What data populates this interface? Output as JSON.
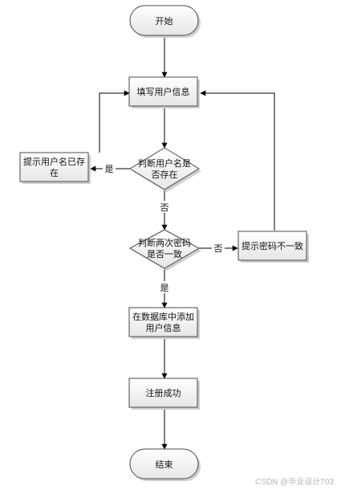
{
  "nodes": {
    "start": "开始",
    "fill_info": [
      "填写用户信息"
    ],
    "check_username": [
      "判断用户名是",
      "否存在"
    ],
    "username_exists": [
      "提示用户名已存",
      "在"
    ],
    "check_password": [
      "判断两次密码",
      "是否一致"
    ],
    "password_mismatch": [
      "提示密码不一致"
    ],
    "save_db": [
      "在数据库中添加",
      "用户信息"
    ],
    "register_success": [
      "注册成功"
    ],
    "end": "结束"
  },
  "edges": {
    "yes_exists": "是",
    "no_exists": "否",
    "no_match": "否",
    "yes_match": "是"
  },
  "watermark": "CSDN @毕业设计703",
  "colors": {
    "line": "#000000",
    "shape_border": "#4a4a4a",
    "shape_top": "#ffffff",
    "shape_bottom": "#e6e6e6",
    "shadow": "#c9c9c9"
  }
}
